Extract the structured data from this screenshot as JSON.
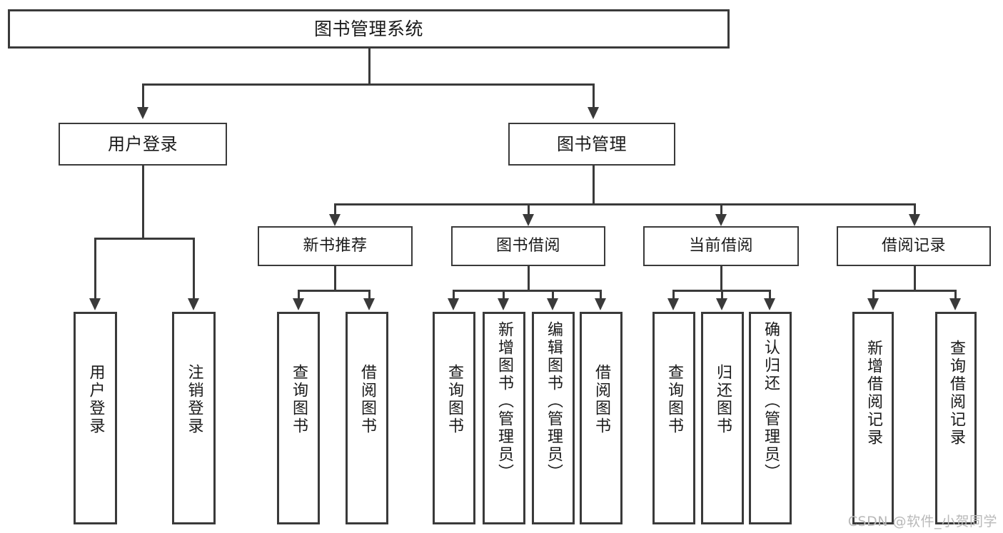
{
  "diagram": {
    "title": "图书管理系统",
    "type": "tree-hierarchy-chart",
    "watermark": "CSDN @软件_小贺同学",
    "colors": {
      "stroke": "#3a3a3a",
      "fill": "#ffffff",
      "text": "#1a1a1a",
      "watermark": "#b9b9b9"
    },
    "root": {
      "label": "图书管理系统"
    },
    "level1": [
      {
        "label": "用户登录"
      },
      {
        "label": "图书管理"
      }
    ],
    "level2": [
      {
        "label": "新书推荐"
      },
      {
        "label": "图书借阅"
      },
      {
        "label": "当前借阅"
      },
      {
        "label": "借阅记录"
      }
    ],
    "leaves": {
      "user_login": [
        {
          "label": "用户登录"
        },
        {
          "label": "注销登录"
        }
      ],
      "new_book_recommend": [
        {
          "label": "查询图书"
        },
        {
          "label": "借阅图书"
        }
      ],
      "book_borrow": [
        {
          "label": "查询图书"
        },
        {
          "label": "新增图书（管理员）"
        },
        {
          "label": "编辑图书（管理员）"
        },
        {
          "label": "借阅图书"
        }
      ],
      "current_borrow": [
        {
          "label": "查询图书"
        },
        {
          "label": "归还图书"
        },
        {
          "label": "确认归还（管理员）"
        }
      ],
      "borrow_record": [
        {
          "label": "新增借阅记录"
        },
        {
          "label": "查询借阅记录"
        }
      ]
    }
  }
}
